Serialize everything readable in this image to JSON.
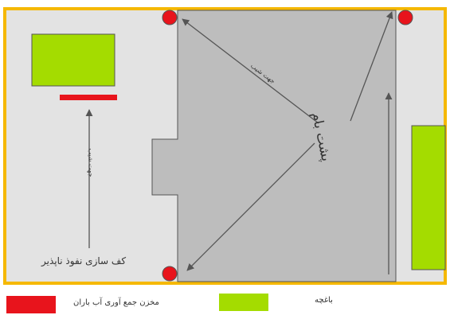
{
  "labels": {
    "roof": "پشت بام",
    "slope_roof": "جهت شیب",
    "slope_yard": "جهت شیب",
    "paving": "کف سازی نفوذ ناپذیر"
  },
  "legend": {
    "storage": {
      "label": "مخزن جمع آوری آب باران",
      "color": "#e8141c"
    },
    "garden": {
      "label": "باغچه",
      "color": "#a4dc00"
    }
  },
  "colors": {
    "border": "#f5b800",
    "yard": "#e3e3e3",
    "roof": "#bdbdbd",
    "arrow": "#555555",
    "tank": "#e8141c",
    "garden": "#a4dc00"
  }
}
